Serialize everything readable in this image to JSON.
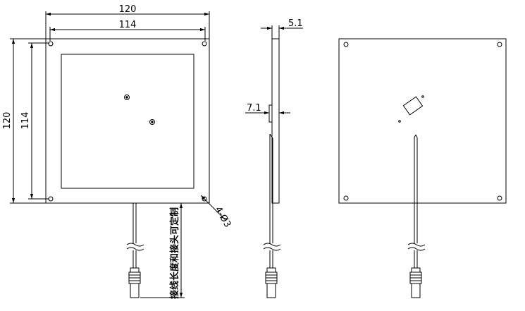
{
  "front_view": {
    "dim_outer_width": "120",
    "dim_inner_width": "114",
    "dim_outer_height": "120",
    "dim_inner_height": "114",
    "hole_callout": "4-Ø3",
    "cable_note": "接线长度和接头可定制"
  },
  "side_view": {
    "dim_thickness": "5.1",
    "dim_connector_offset": "7.1"
  }
}
